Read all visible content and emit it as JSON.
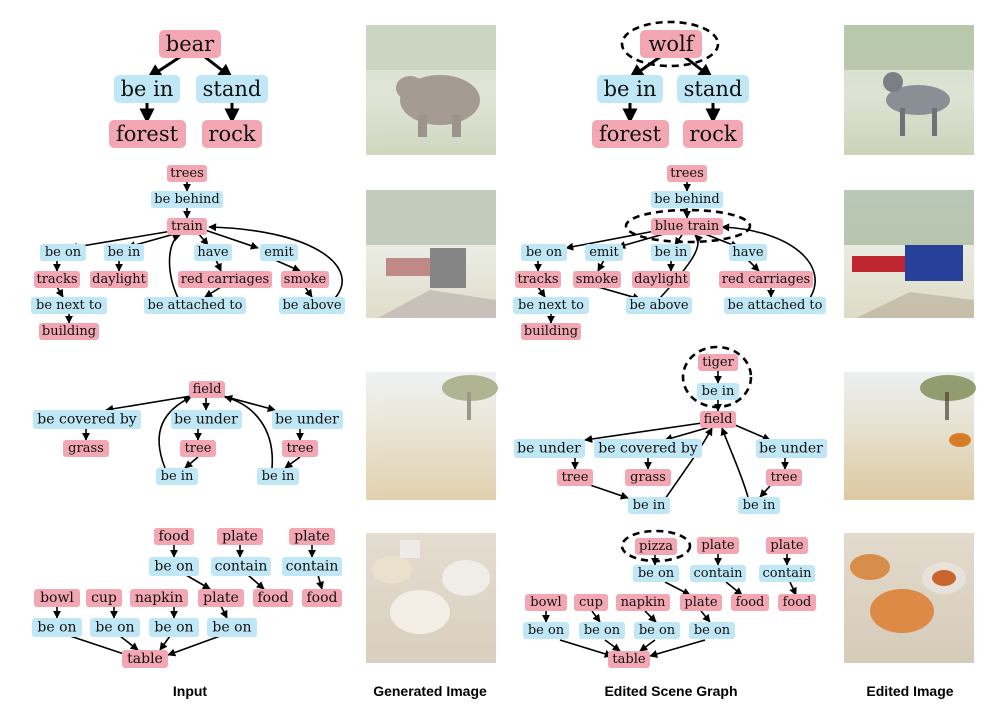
{
  "captions": {
    "input": "Input",
    "generated": "Generated Image",
    "edited_graph": "Edited Scene Graph",
    "edited_image": "Edited Image"
  },
  "rows": [
    {
      "input": [
        "bear",
        "be in",
        "stand",
        "forest",
        "rock"
      ],
      "edited": [
        "wolf",
        "be in",
        "stand",
        "forest",
        "rock"
      ]
    },
    {
      "input": [
        "trees",
        "be behind",
        "train",
        "be on",
        "be in",
        "have",
        "emit",
        "tracks",
        "daylight",
        "red carriages",
        "smoke",
        "be next to",
        "be attached to",
        "be above",
        "building"
      ],
      "edited": [
        "trees",
        "be behind",
        "blue train",
        "be on",
        "emit",
        "be in",
        "have",
        "tracks",
        "smoke",
        "daylight",
        "red carriages",
        "be next to",
        "be above",
        "be attached to",
        "building"
      ]
    },
    {
      "input": [
        "field",
        "be covered by",
        "be under",
        "be under",
        "grass",
        "tree",
        "tree",
        "be in",
        "be in"
      ],
      "edited": [
        "tiger",
        "be in",
        "field",
        "be under",
        "be covered by",
        "be under",
        "tree",
        "grass",
        "tree",
        "be in",
        "be in"
      ]
    },
    {
      "input": [
        "food",
        "plate",
        "plate",
        "be on",
        "contain",
        "contain",
        "bowl",
        "cup",
        "napkin",
        "plate",
        "food",
        "food",
        "be on",
        "be on",
        "be on",
        "be on",
        "table"
      ],
      "edited": [
        "pizza",
        "plate",
        "plate",
        "be on",
        "contain",
        "contain",
        "bowl",
        "cup",
        "napkin",
        "plate",
        "food",
        "food",
        "be on",
        "be on",
        "be on",
        "be on",
        "table"
      ]
    }
  ],
  "colors": {
    "object": "#f2a7b3",
    "relation": "#bfe7f5"
  }
}
